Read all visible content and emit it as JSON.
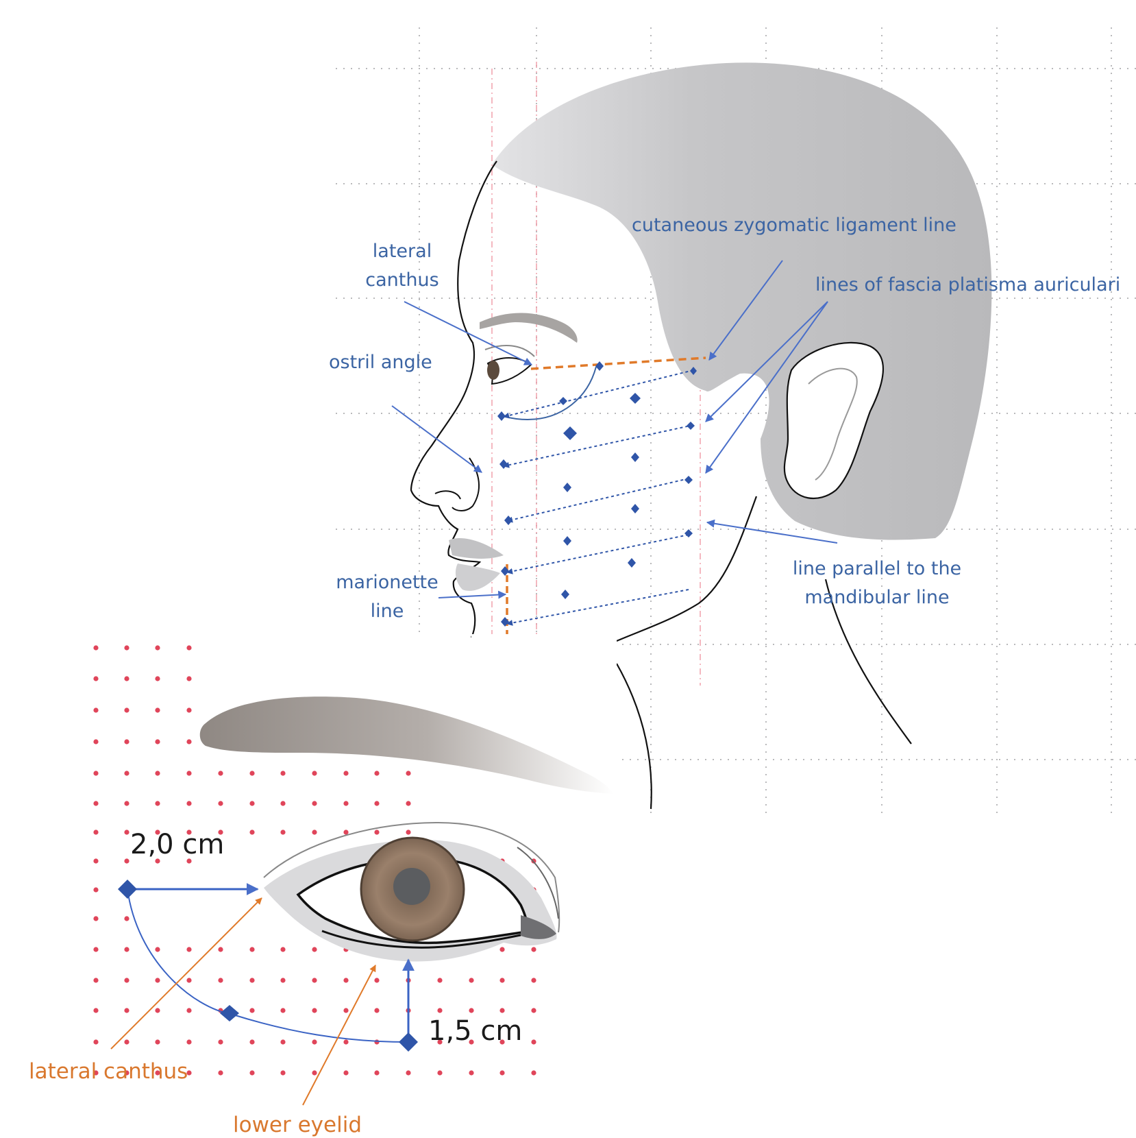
{
  "colors": {
    "annotation_blue": "#3b64a3",
    "arrow_blue": "#4a6fc9",
    "marker_blue": "#2f55a8",
    "dashed_orange": "#e07a2a",
    "annotation_orange": "#d9782e",
    "grid_red": "#e0455a",
    "hair_gray": "#c9c9cb",
    "brow_gray": "#a09a96",
    "iris_brown": "#8f7560"
  },
  "face_diagram": {
    "labels": {
      "lateral_canthus_1": "lateral",
      "lateral_canthus_2": "canthus",
      "nostril_angle": "ostril angle",
      "marionette_1": "marionette",
      "marionette_2": "line",
      "cutaneous_zygomatic": "cutaneous zygomatic ligament line",
      "fascia_platisma": "lines of fascia platisma auriculari",
      "parallel_1": "line parallel to the",
      "parallel_2": "mandibular line"
    }
  },
  "eye_diagram": {
    "labels": {
      "measure_horizontal": "2,0 cm",
      "measure_vertical": "1,5 cm",
      "lateral_canthus": "lateral canthus",
      "lower_eyelid": "lower eyelid"
    }
  }
}
